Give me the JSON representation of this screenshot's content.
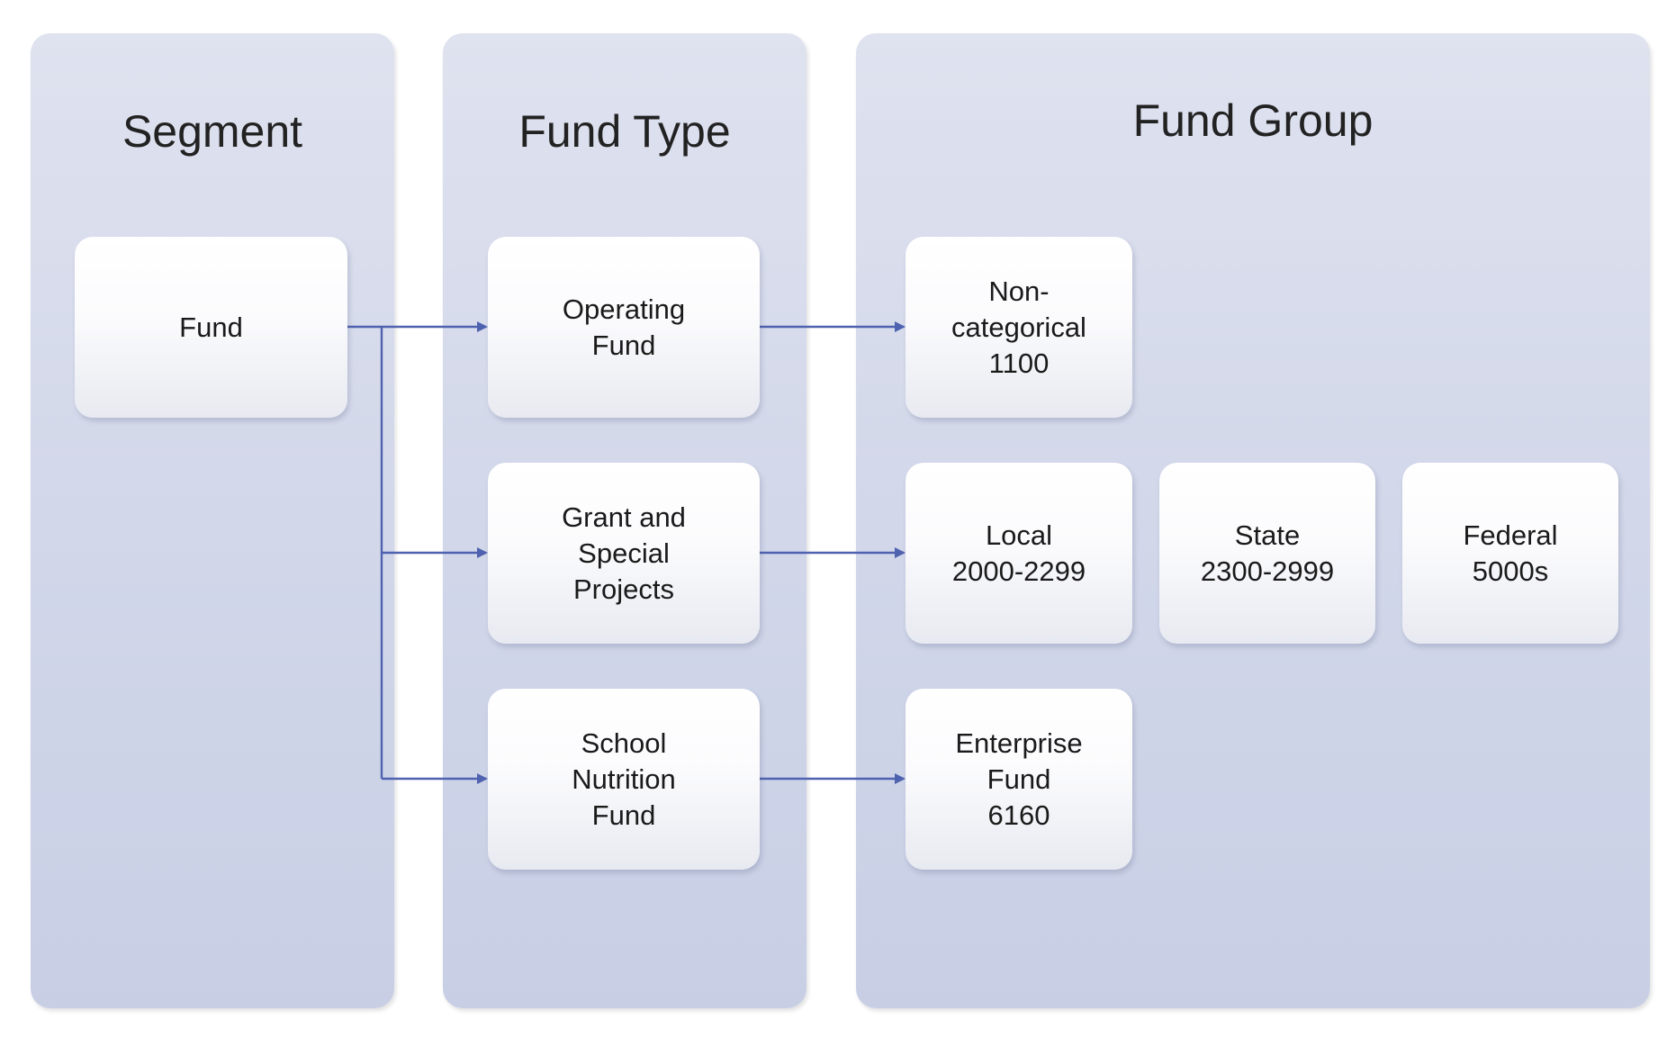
{
  "lanes": {
    "segment": {
      "title": "Segment"
    },
    "fund_type": {
      "title": "Fund Type"
    },
    "fund_group": {
      "title": "Fund Group"
    }
  },
  "nodes": {
    "fund": "Fund",
    "operating_fund": "Operating\nFund",
    "grant_special_projects": "Grant and\nSpecial\nProjects",
    "school_nutrition_fund": "School\nNutrition\nFund",
    "non_categorical": "Non-\ncategorical\n1100",
    "local": "Local\n2000-2299",
    "state": "State\n2300-2999",
    "federal": "Federal\n5000s",
    "enterprise_fund": "Enterprise\nFund\n6160"
  },
  "colors": {
    "lane_background": "#d3d8ea",
    "node_background": "#fbfbfd",
    "connector": "#4f62b0"
  }
}
